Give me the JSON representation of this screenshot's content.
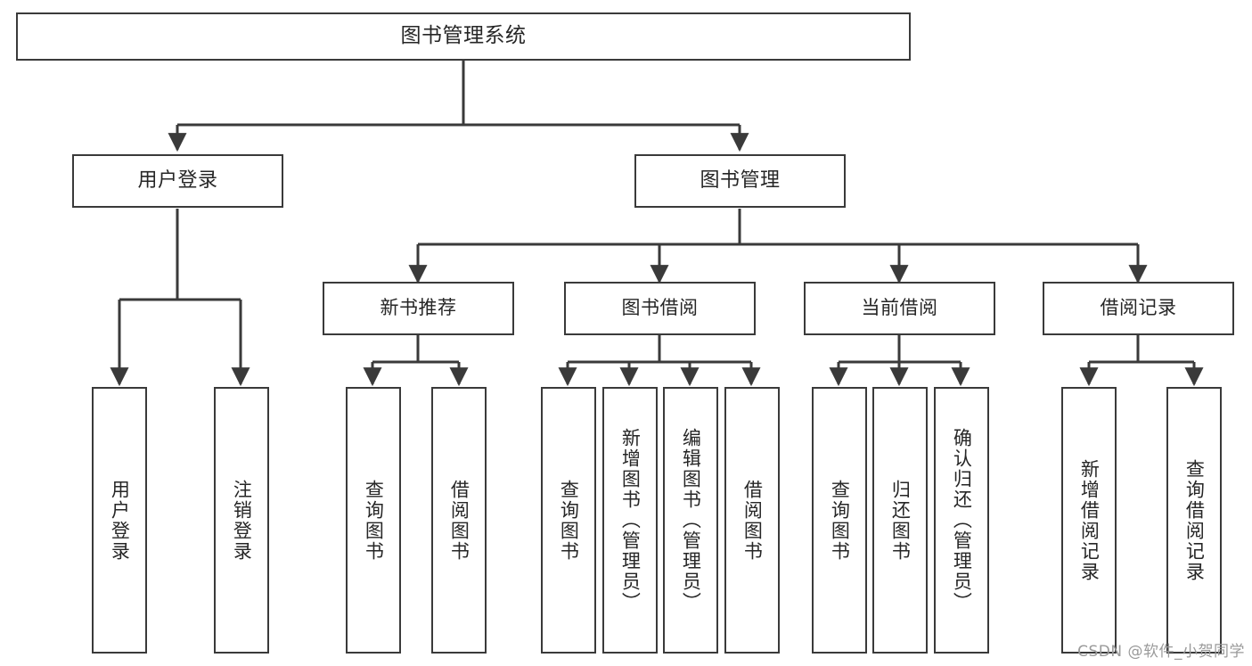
{
  "diagram": {
    "title": "图书管理系统",
    "type": "hierarchy-tree",
    "orientation": "top-down",
    "colors": {
      "background": "#ffffff",
      "box_border": "#3a3a3a",
      "box_fill": "#ffffff",
      "connector": "#3a3a3a",
      "text": "#262626",
      "watermark": "#9a9a9a"
    },
    "root": {
      "label": "图书管理系统"
    },
    "level1": [
      {
        "label": "用户登录"
      },
      {
        "label": "图书管理"
      }
    ],
    "level2": [
      {
        "label": "新书推荐"
      },
      {
        "label": "图书借阅"
      },
      {
        "label": "当前借阅"
      },
      {
        "label": "借阅记录"
      }
    ],
    "leaves": {
      "user_login": [
        {
          "label": "用户登录"
        },
        {
          "label": "注销登录"
        }
      ],
      "new_book_recommend": [
        {
          "label": "查询图书"
        },
        {
          "label": "借阅图书"
        }
      ],
      "book_borrow": [
        {
          "label": "查询图书"
        },
        {
          "label": "新增图书（管理员）"
        },
        {
          "label": "编辑图书（管理员）"
        },
        {
          "label": "借阅图书"
        }
      ],
      "current_borrow": [
        {
          "label": "查询图书"
        },
        {
          "label": "归还图书"
        },
        {
          "label": "确认归还（管理员）"
        }
      ],
      "borrow_record": [
        {
          "label": "新增借阅记录"
        },
        {
          "label": "查询借阅记录"
        }
      ]
    }
  },
  "watermark": {
    "text": "CSDN @软件_小贺同学"
  }
}
